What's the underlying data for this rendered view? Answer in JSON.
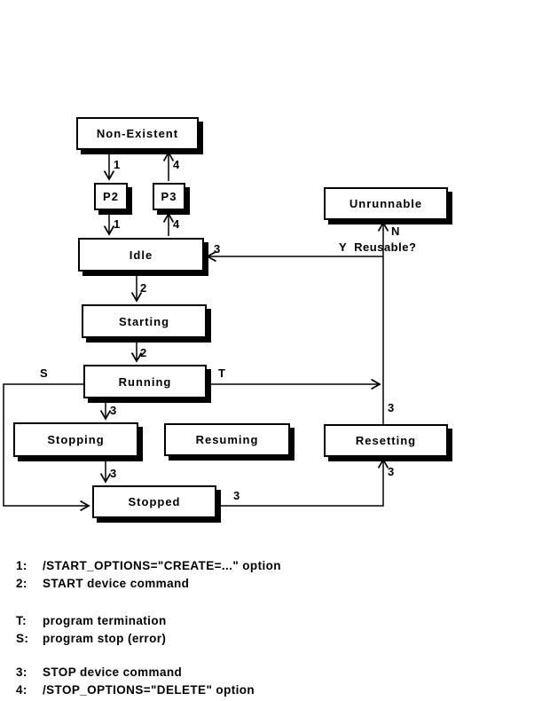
{
  "colors": {
    "background": "#ffffff",
    "line": "#000000",
    "box_fill": "#ffffff",
    "box_border": "#000000",
    "shadow": "#000000"
  },
  "diagram": {
    "nodes": {
      "non_existent": "Non-Existent",
      "p2": "P2",
      "p3": "P3",
      "idle": "Idle",
      "starting": "Starting",
      "running": "Running",
      "stopping": "Stopping",
      "resuming": "Resuming",
      "resetting": "Resetting",
      "stopped": "Stopped",
      "unrunnable": "Unrunnable"
    },
    "edge_labels": {
      "create_1a": "1",
      "create_1b": "1",
      "delete_4a": "4",
      "delete_4b": "4",
      "start_2a": "2",
      "start_2b": "2",
      "stop_3_running": "3",
      "stop_3_stopping": "3",
      "stop_3_idle": "3",
      "stop_3_resetting_top": "3",
      "stop_3_resetting_bottom": "3",
      "stop_3_stopped": "3",
      "s": "S",
      "t": "T",
      "n": "N",
      "y_reusable": "Y  Reusable?"
    }
  },
  "legend": {
    "groups": [
      {
        "items": [
          {
            "key": "1:",
            "text": "/START_OPTIONS=\"CREATE=...\" option"
          },
          {
            "key": "2:",
            "text": "START device command"
          }
        ]
      },
      {
        "items": [
          {
            "key": "T:",
            "text": "program termination"
          },
          {
            "key": "S:",
            "text": "program stop (error)"
          }
        ]
      },
      {
        "items": [
          {
            "key": "3:",
            "text": "STOP device command"
          },
          {
            "key": "4:",
            "text": "/STOP_OPTIONS=\"DELETE\" option"
          }
        ]
      }
    ]
  }
}
